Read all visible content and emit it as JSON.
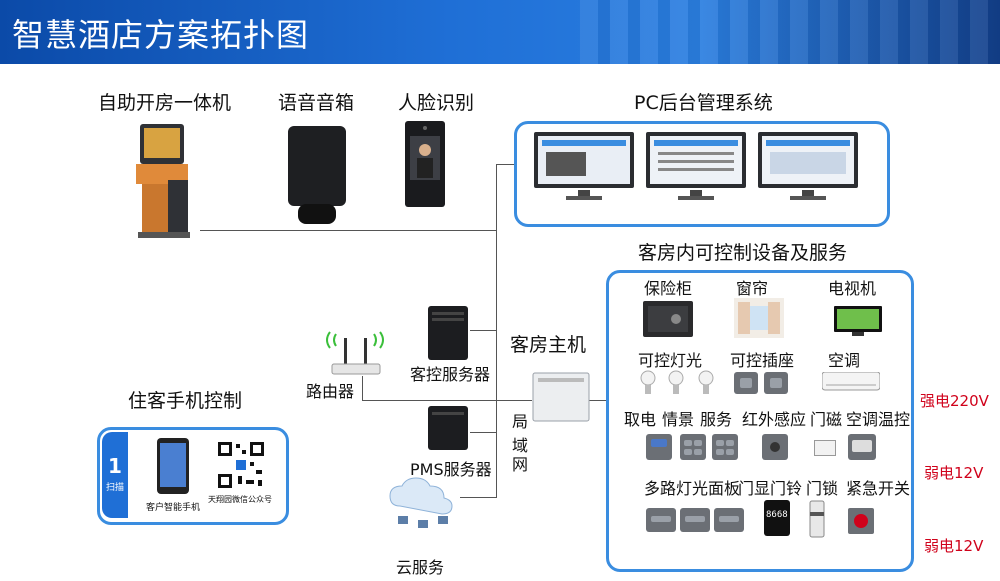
{
  "title": "智慧酒店方案拓扑图",
  "top_devices": {
    "kiosk": "自助开房一体机",
    "speaker": "语音音箱",
    "face": "人脸识别",
    "pc": "PC后台管理系统"
  },
  "room_section_title": "客房内可控制设备及服务",
  "network": {
    "router": "路由器",
    "control_server": "客控服务器",
    "host": "客房主机",
    "pms_server": "PMS服务器",
    "cloud": "云服务",
    "lan": [
      "局",
      "域",
      "网"
    ]
  },
  "mobile": {
    "title": "住客手机控制",
    "step": "1",
    "step_label": "扫描",
    "phone_caption": "客户智能手机",
    "qr_caption": "天翔园微信公众号"
  },
  "room": {
    "row1": [
      "保险柜",
      "窗帘",
      "电视机"
    ],
    "row2": [
      "可控灯光",
      "可控插座",
      "空调"
    ],
    "row3": [
      "取电",
      "情景",
      "服务",
      "红外感应",
      "门磁",
      "空调温控"
    ],
    "row4": [
      "多路灯光面板",
      "门显门铃",
      "门锁",
      "紧急开关"
    ],
    "doorplate": "8668"
  },
  "voltages": [
    "强电220V",
    "弱电12V",
    "弱电12V"
  ],
  "colors": {
    "accent": "#3a8de0",
    "voltage": "#d0021b",
    "header": "#1f6fd6"
  }
}
